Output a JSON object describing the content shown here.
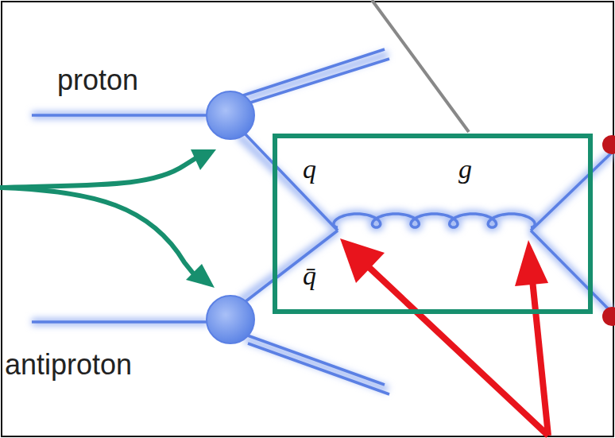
{
  "diagram": {
    "nodes": [
      {
        "text": [
          "q",
          "g",
          "q̄"
        ]
      }
    ],
    "labels": [
      "proton",
      "antiproton"
    ]
  }
}
